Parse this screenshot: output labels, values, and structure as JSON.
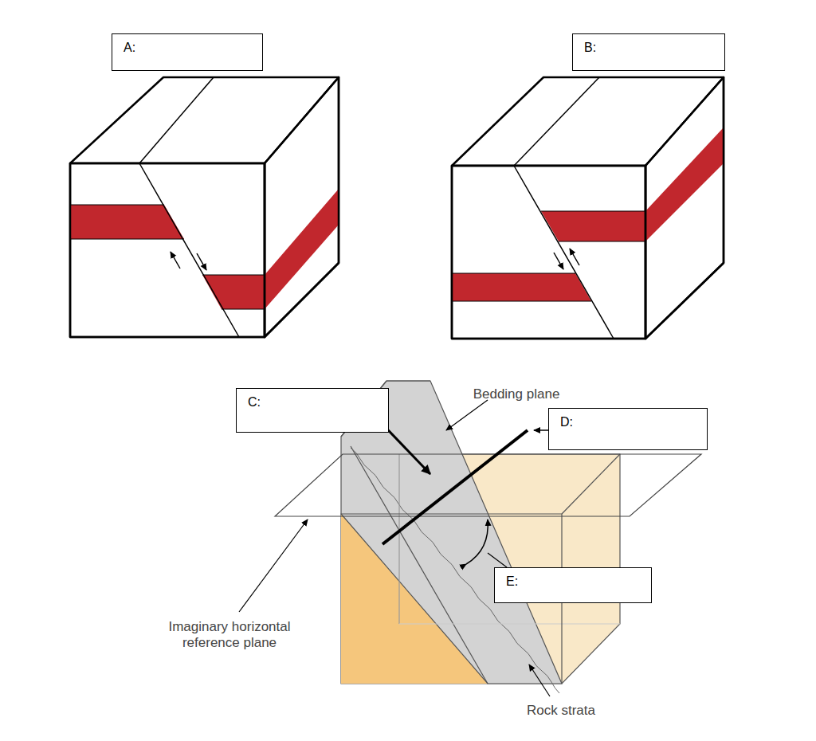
{
  "diagram": {
    "nodes": [
      {
        "text": [
          "A:"
        ]
      },
      {
        "text": [
          "B:"
        ]
      },
      {
        "text": [
          "C:"
        ]
      },
      {
        "text": [
          "D:"
        ]
      },
      {
        "text": [
          "E:"
        ]
      }
    ],
    "labels": [
      "Bedding plane",
      "Imaginary horizontal reference plane",
      "Rock strata"
    ]
  }
}
